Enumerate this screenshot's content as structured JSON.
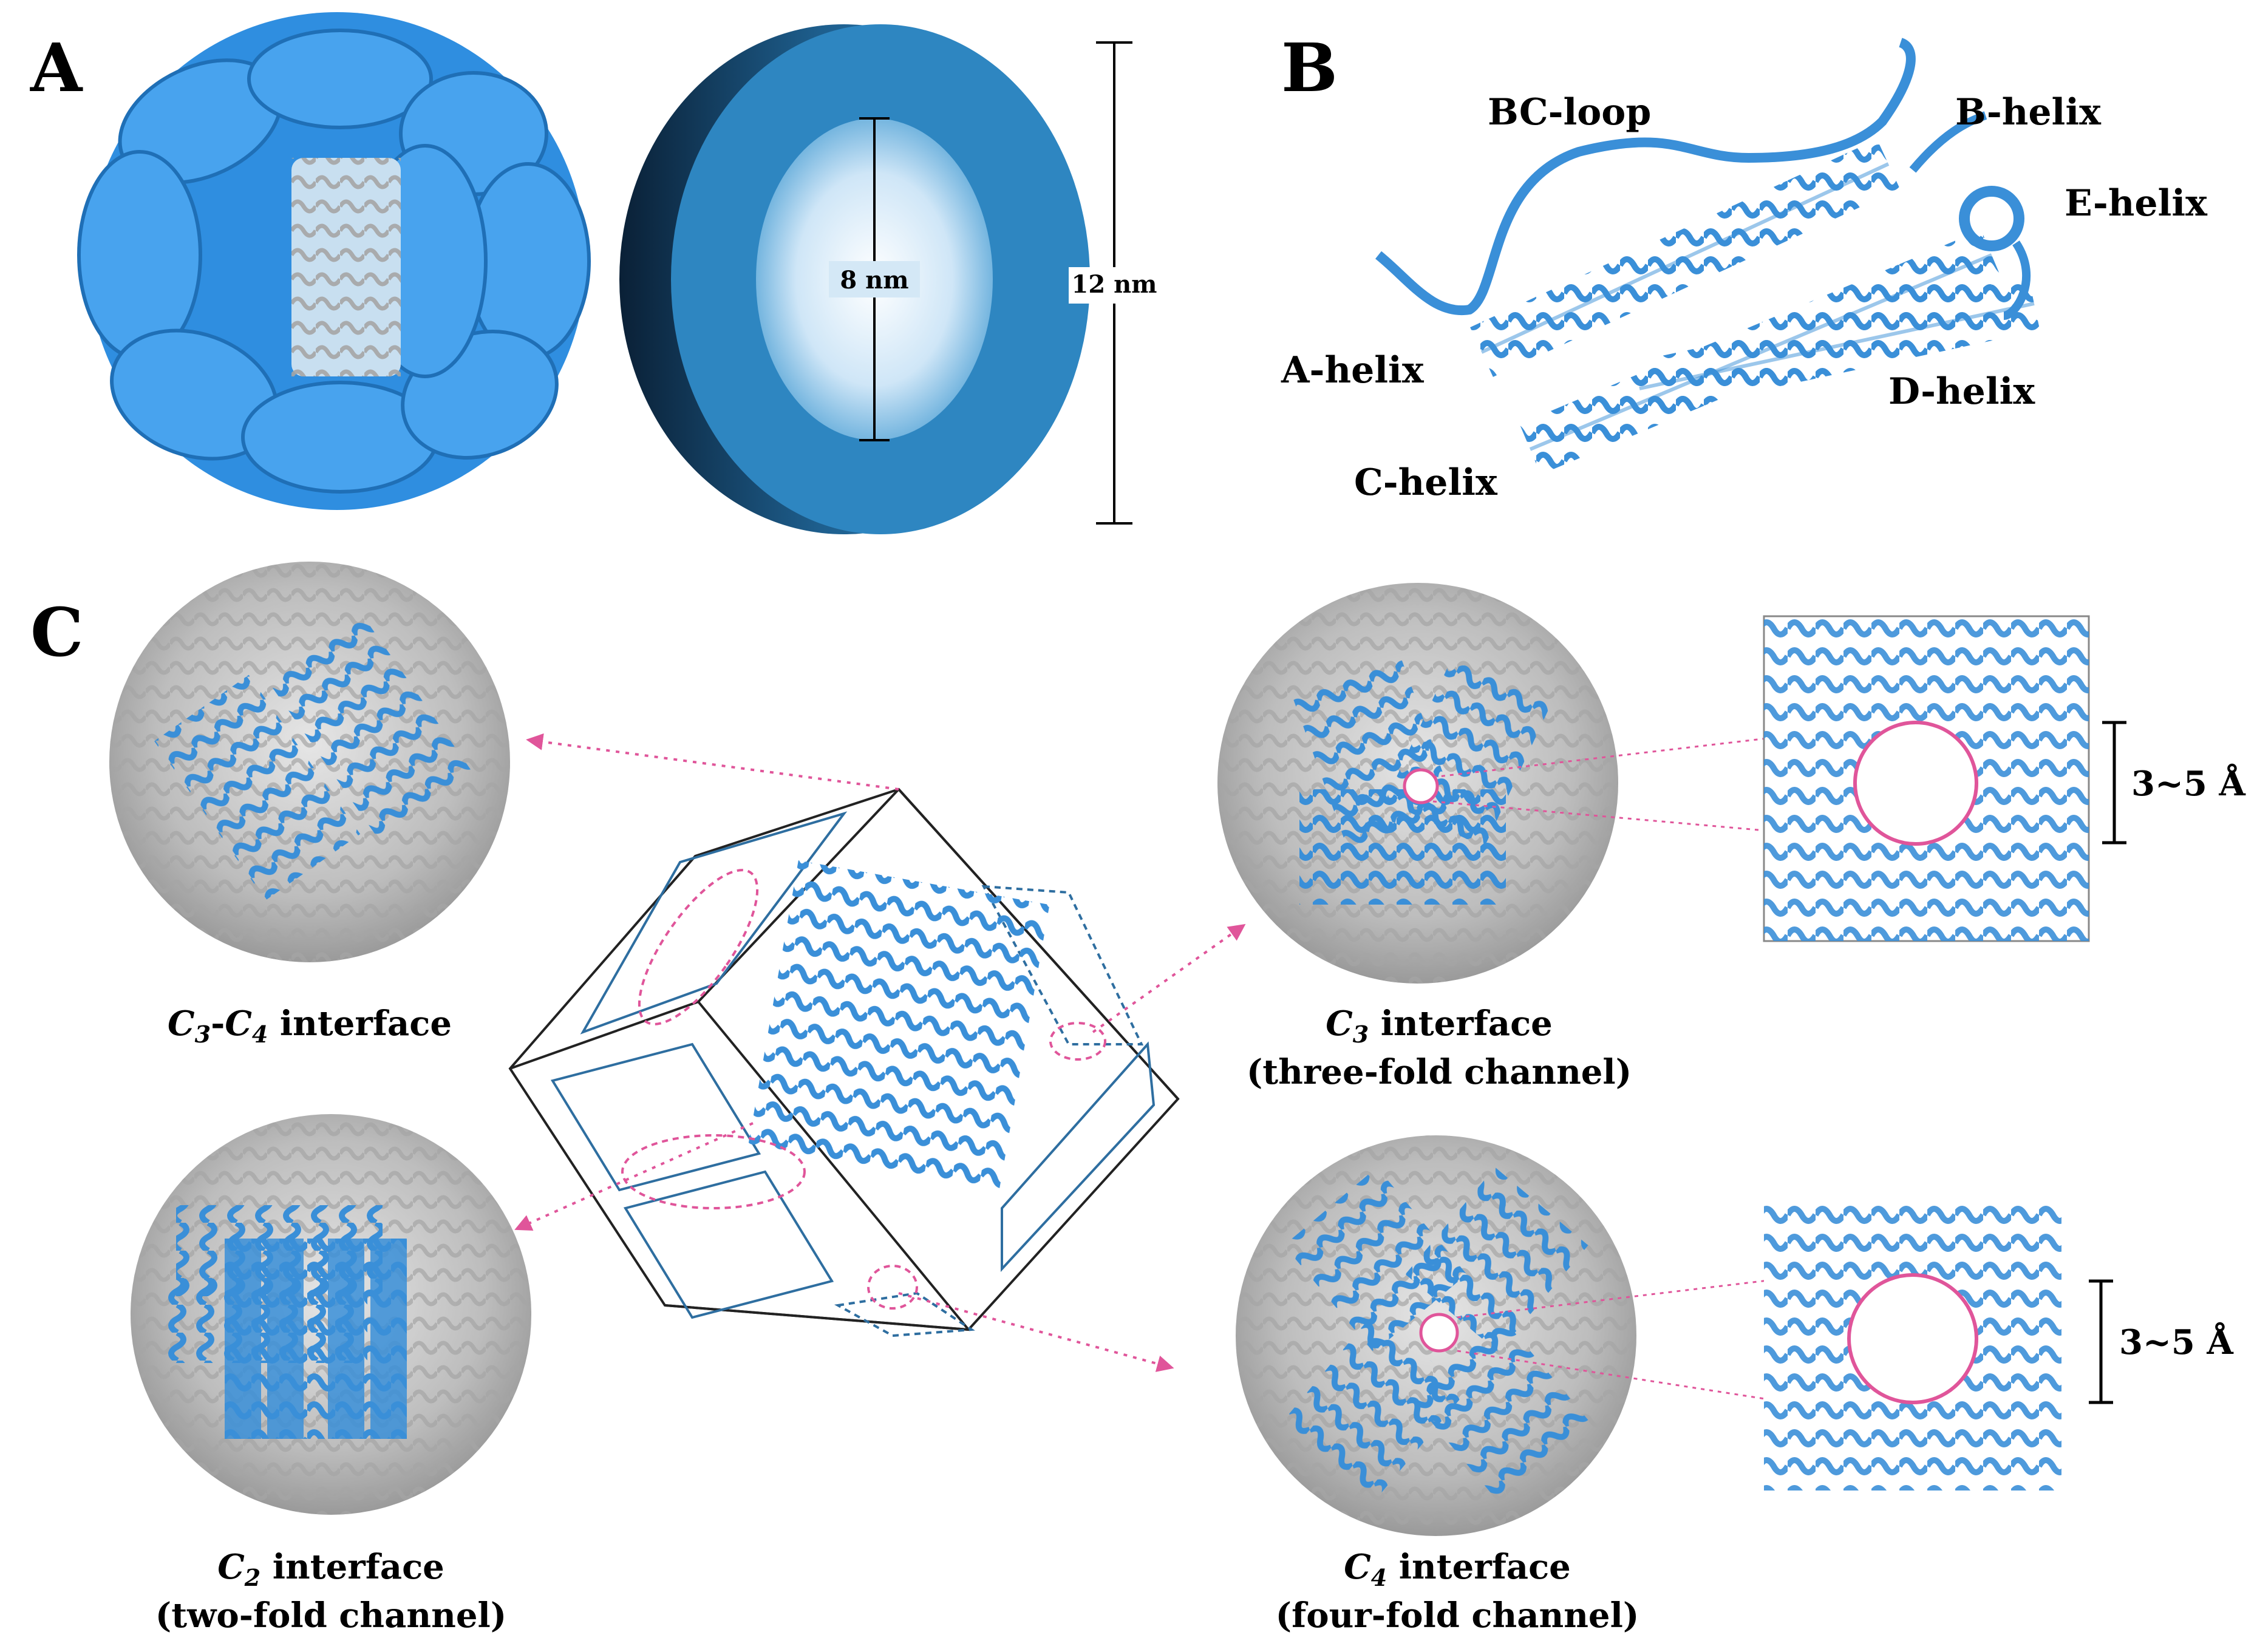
{
  "panels": {
    "a": "A",
    "b": "B",
    "c": "C"
  },
  "panel_a": {
    "inner_dimension": "8 nm",
    "outer_dimension": "12 nm"
  },
  "panel_b": {
    "labels": {
      "bc_loop": "BC-loop",
      "b_helix": "B-helix",
      "e_helix": "E-helix",
      "a_helix": "A-helix",
      "d_helix": "D-helix",
      "c_helix": "C-helix"
    }
  },
  "panel_c": {
    "c3c4": {
      "c3": "C",
      "c3_sub": "3",
      "dash": "-",
      "c4": "C",
      "c4_sub": "4",
      "text": " interface"
    },
    "c2": {
      "c": "C",
      "sub": "2",
      "text": " interface",
      "line2": "(two-fold channel)"
    },
    "c3": {
      "c": "C",
      "sub": "3",
      "text": " interface",
      "line2": "(three-fold channel)"
    },
    "c4": {
      "c": "C",
      "sub": "4",
      "text": " interface",
      "line2": "(four-fold channel)"
    },
    "pore_top": "3~5 Å",
    "pore_bottom": "3~5 Å"
  },
  "colors": {
    "protein_blue": "#3a8fd8",
    "shell_blue": "#2e86c1",
    "grey_protein": "#b8b8b8",
    "magenta": "#e0559a"
  }
}
